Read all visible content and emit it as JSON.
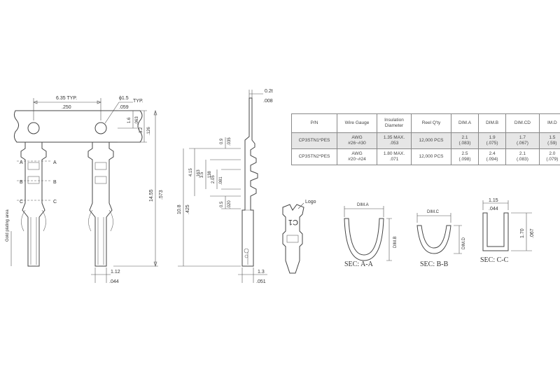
{
  "front_view": {
    "pitch_mm": "6.35 TYP.",
    "pitch_in": ".250",
    "hole_mm": "ϕ1.5",
    "hole_typ": "TYP.",
    "hole_in": ".059",
    "d1_mm": "1.6",
    "d1_in": ".063",
    "d2_mm": "3.2",
    "d2_in": ".126",
    "length_mm": "14.55",
    "length_in": ".573",
    "width_mm": "1.12",
    "width_in": ".044",
    "section_a": "A",
    "section_b": "B",
    "section_c": "C",
    "plating_label": "Gold plating area"
  },
  "side_view": {
    "thick_mm": "0.2t",
    "thick_in": ".008",
    "d_09_mm": "0.9",
    "d_09_in": ".035",
    "d_415_mm": "4.15",
    "d_415_in": ".163",
    "d_35_mm": "3.5",
    "d_35_in": ".138",
    "d_205_mm": "2.05",
    "d_205_in": ".081",
    "d_05_mm": "0.5",
    "d_05_in": ".020",
    "d_108_mm": "10.8",
    "d_108_in": ".425",
    "d_13_mm": "1.3",
    "d_13_in": ".051"
  },
  "logo_view": {
    "logo_label": "Logo",
    "mark": "C1"
  },
  "sections": {
    "aa": {
      "label": "SEC: A-A",
      "dim": "DIM.A",
      "dim_side": "DIM.B"
    },
    "bb": {
      "label": "SEC: B-B",
      "dim": "DIM.C",
      "dim_side": "DIM.D"
    },
    "cc": {
      "label": "SEC: C-C",
      "w_mm": "1.15",
      "w_in": ".044",
      "h_mm": "1.70",
      "h_in": ".067"
    }
  },
  "table": {
    "headers": [
      "P/N",
      "Wire Gauge",
      "Insulation Diameter",
      "Reel Q'ty",
      "DIM.A",
      "DIM.B",
      "DIM.CD",
      "IM.D"
    ],
    "rows": [
      {
        "pn": "CP3STN1*PES",
        "gauge_1": "AWG",
        "gauge_2": "#26~#30",
        "ins_mm": "1.35",
        "ins_in": ".053",
        "ins_max": "MAX.",
        "reel": "12,000 PCS",
        "a_mm": "2.1",
        "a_in": "(.083)",
        "b_mm": "1.9",
        "b_in": "(.075)",
        "cd_mm": "1.7",
        "cd_in": "(.067)",
        "d_mm": "1.5",
        "d_in": "(.59)"
      },
      {
        "pn": "CP3STN2*PES",
        "gauge_1": "AWG",
        "gauge_2": "#20~#24",
        "ins_mm": "1.80",
        "ins_in": ".071",
        "ins_max": "MAX.",
        "reel": "12,000 PCS",
        "a_mm": "2.5",
        "a_in": "(.098)",
        "b_mm": "2.4",
        "b_in": "(.094)",
        "cd_mm": "2.1",
        "cd_in": "(.083)",
        "d_mm": "2.0",
        "d_in": "(.079)"
      }
    ]
  }
}
